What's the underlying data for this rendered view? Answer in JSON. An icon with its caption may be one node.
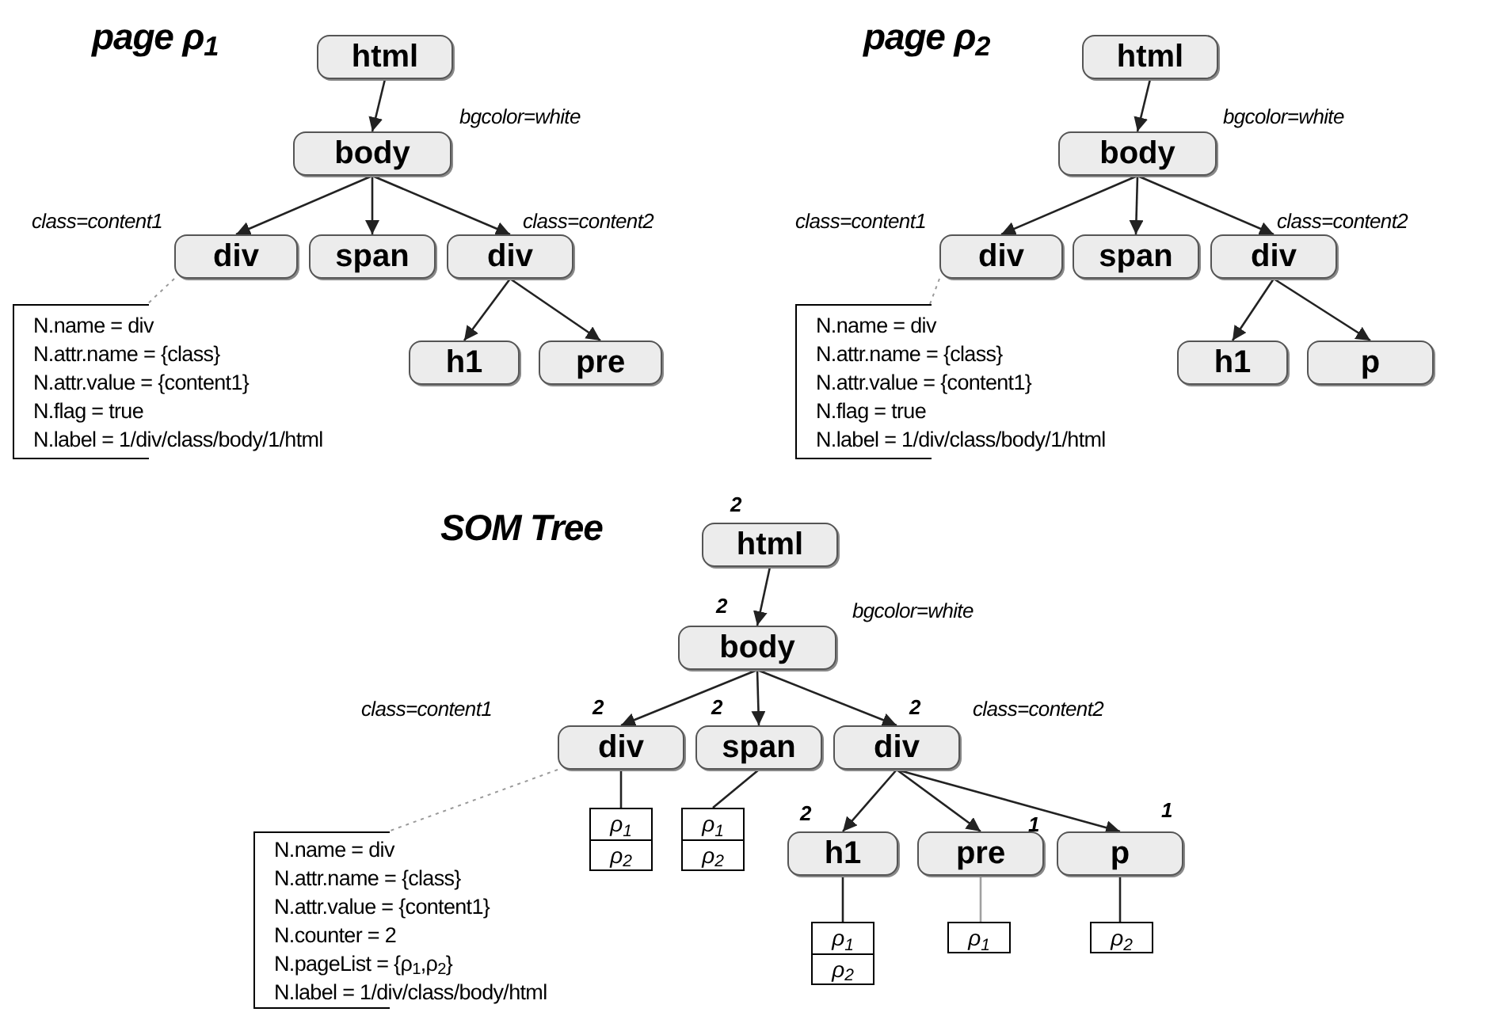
{
  "diagram": {
    "nodes": [
      {
        "text": [
          "html"
        ]
      },
      {
        "text": [
          "body"
        ]
      },
      {
        "text": [
          "div"
        ]
      },
      {
        "text": [
          "span"
        ]
      },
      {
        "text": [
          "div"
        ]
      },
      {
        "text": [
          "h1"
        ]
      },
      {
        "text": [
          "pre"
        ]
      },
      {
        "text": [
          "N.name = div",
          "N.attr.name = {class}",
          "N.attr.value = {content1}",
          "N.flag = true",
          "N.label = 1/div/class/body/1/html"
        ]
      },
      {
        "text": [
          "html"
        ]
      },
      {
        "text": [
          "body"
        ]
      },
      {
        "text": [
          "div"
        ]
      },
      {
        "text": [
          "span"
        ]
      },
      {
        "text": [
          "div"
        ]
      },
      {
        "text": [
          "h1"
        ]
      },
      {
        "text": [
          "p"
        ]
      },
      {
        "text": [
          "N.name = div",
          "N.attr.name = {class}",
          "N.attr.value = {content1}",
          "N.flag = true",
          "N.label = 1/div/class/body/1/html"
        ]
      },
      {
        "text": [
          "html"
        ],
        "beside": [
          "2"
        ]
      },
      {
        "text": [
          "body"
        ],
        "beside": [
          "2"
        ]
      },
      {
        "text": [
          "div"
        ],
        "beside": [
          "2"
        ]
      },
      {
        "text": [
          "span"
        ],
        "beside": [
          "2"
        ]
      },
      {
        "text": [
          "div"
        ],
        "beside": [
          "2"
        ]
      },
      {
        "text": [
          "h1"
        ],
        "beside": [
          "2"
        ]
      },
      {
        "text": [
          "pre"
        ],
        "beside": [
          "1"
        ]
      },
      {
        "text": [
          "p"
        ],
        "beside": [
          "1"
        ]
      },
      {
        "text": [
          "N.name = div",
          "N.attr.name = {class}",
          "N.attr.value = {content1}",
          "N.counter = 2",
          "N.pageList = {ρ$_{1}$,ρ$_{2}$}",
          "N.label = 1/div/class/body/html"
        ]
      },
      {
        "text": [
          "ρ$_{1}$",
          "ρ$_{2}$"
        ]
      },
      {
        "text": [
          "ρ$_{1}$",
          "ρ$_{2}$"
        ]
      },
      {
        "text": [
          "ρ$_{1}$",
          "ρ$_{2}$"
        ]
      },
      {
        "text": [
          "ρ$_{1}$"
        ]
      },
      {
        "text": [
          "ρ$_{2}$"
        ]
      }
    ],
    "edges": [
      {
        "from": 0,
        "to": 1,
        "arrow": "to"
      },
      {
        "from": 1,
        "to": 2,
        "arrow": "to"
      },
      {
        "from": 1,
        "to": 3,
        "arrow": "to"
      },
      {
        "from": 1,
        "to": 4,
        "arrow": "to"
      },
      {
        "from": 4,
        "to": 5,
        "arrow": "to"
      },
      {
        "from": 4,
        "to": 6,
        "arrow": "to"
      },
      {
        "from": 2,
        "to": 7,
        "arrow": "none",
        "style": "dashed",
        "color": "#9a9a9a"
      },
      {
        "from": 8,
        "to": 9,
        "arrow": "to"
      },
      {
        "from": 9,
        "to": 10,
        "arrow": "to"
      },
      {
        "from": 9,
        "to": 11,
        "arrow": "to"
      },
      {
        "from": 9,
        "to": 12,
        "arrow": "to"
      },
      {
        "from": 12,
        "to": 13,
        "arrow": "to"
      },
      {
        "from": 12,
        "to": 14,
        "arrow": "to"
      },
      {
        "from": 10,
        "to": 15,
        "arrow": "none",
        "style": "dashed",
        "color": "#9a9a9a"
      },
      {
        "from": 16,
        "to": 17,
        "arrow": "to"
      },
      {
        "from": 17,
        "to": 18,
        "arrow": "to"
      },
      {
        "from": 17,
        "to": 19,
        "arrow": "to"
      },
      {
        "from": 17,
        "to": 20,
        "arrow": "to"
      },
      {
        "from": 20,
        "to": 21,
        "arrow": "to"
      },
      {
        "from": 20,
        "to": 22,
        "arrow": "to"
      },
      {
        "from": 20,
        "to": 23,
        "arrow": "to"
      },
      {
        "from": 18,
        "to": 24,
        "arrow": "none",
        "style": "dashed",
        "color": "#9a9a9a"
      },
      {
        "from": 18,
        "to": 25,
        "arrow": "none"
      },
      {
        "from": 19,
        "to": 26,
        "arrow": "none"
      },
      {
        "from": 21,
        "to": 27,
        "arrow": "none"
      },
      {
        "from": 22,
        "to": 28,
        "arrow": "none",
        "color": "#a0a0a0"
      },
      {
        "from": 23,
        "to": 29,
        "arrow": "none"
      }
    ],
    "labels": [
      "page ρ$_{1}$",
      "bgcolor=white",
      "class=content1",
      "class=content2",
      "page ρ$_{2}$",
      "bgcolor=white",
      "class=content1",
      "class=content2",
      "SOM Tree",
      "bgcolor=white",
      "class=content1",
      "class=content2"
    ]
  }
}
